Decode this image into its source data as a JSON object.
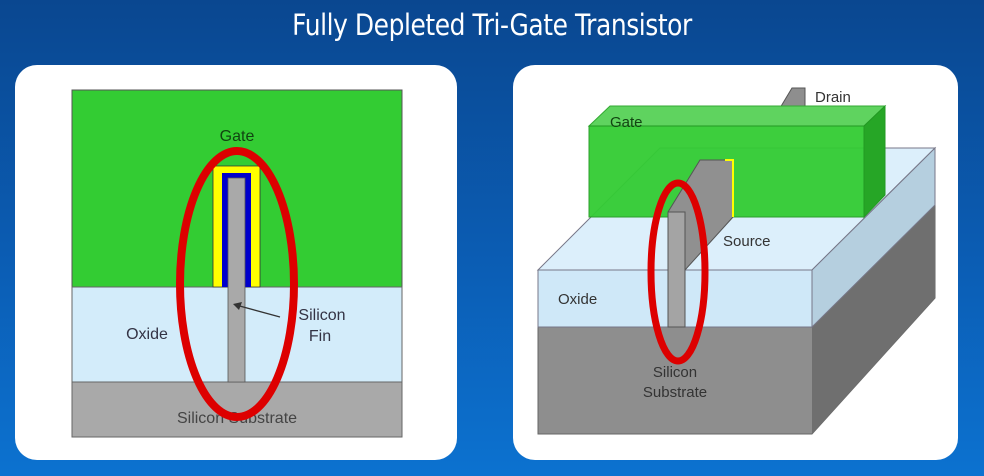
{
  "title": "Fully Depleted Tri-Gate Transistor",
  "colors": {
    "background": "#0b5db4",
    "gate": "#33cc33",
    "oxide": "#d3ecfa",
    "silicon": "#a9a9a9",
    "high_k": "#ffff00",
    "metal": "#0000cc",
    "highlight": "#dd0000"
  },
  "left_diagram": {
    "name": "cross-section",
    "labels": {
      "gate": "Gate",
      "oxide": "Oxide",
      "fin_line1": "Silicon",
      "fin_line2": "Fin",
      "substrate": "Silicon Substrate"
    }
  },
  "right_diagram": {
    "name": "3d-view",
    "labels": {
      "gate": "Gate",
      "drain": "Drain",
      "source": "Source",
      "oxide": "Oxide",
      "substrate_line1": "Silicon",
      "substrate_line2": "Substrate"
    }
  }
}
